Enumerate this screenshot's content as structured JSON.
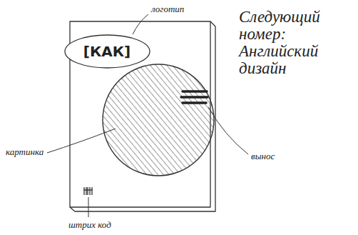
{
  "diagram": {
    "nodes": [
      {
        "text": [
          "[КАК]"
        ]
      }
    ],
    "labels": [
      "логотип",
      "картинка",
      "вынос",
      "штрих код",
      "Следующий номер: Английский дизайн"
    ]
  }
}
